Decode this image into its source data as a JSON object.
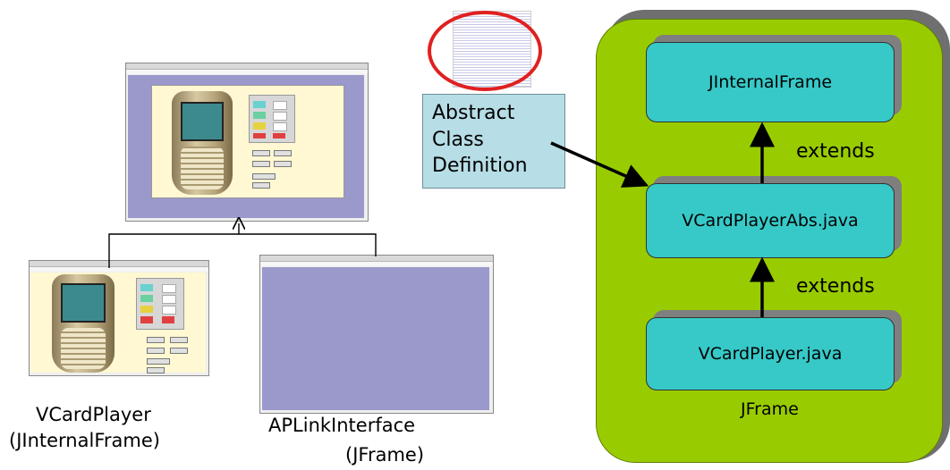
{
  "labels": {
    "vcard_player": "VCardPlayer",
    "vcard_player_type": "(JInternalFrame)",
    "aplink": "APLinkInterface",
    "aplink_type": "(JFrame)"
  },
  "callout": {
    "line1": "Abstract",
    "line2": "Class",
    "line3": "Definition"
  },
  "hierarchy": {
    "container_label": "JFrame",
    "top_class": "JInternalFrame",
    "middle_class": "VCardPlayerAbs.java",
    "bottom_class": "VCardPlayer.java",
    "relation_upper": "extends",
    "relation_lower": "extends"
  },
  "colors": {
    "container_fill": "#99cc00",
    "class_box_fill": "#36c9c8",
    "callout_fill": "#b7dde6",
    "highlight_ring": "#e02020",
    "desktop_purple": "#9b98cc"
  }
}
